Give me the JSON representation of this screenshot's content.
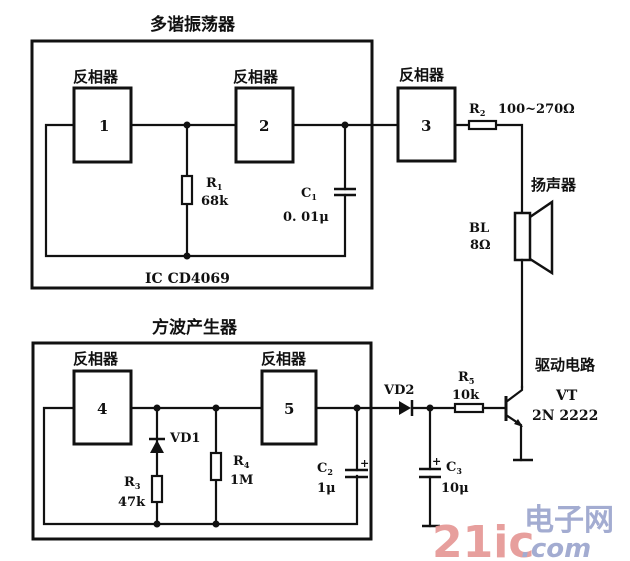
{
  "title_multivibrator": "多谐振荡器",
  "title_square_wave": "方波产生器",
  "title_speaker": "扬声器",
  "title_driver": "驱动电路",
  "ic_label": "IC CD4069",
  "inverters": [
    {
      "label": "反相器",
      "number": "1"
    },
    {
      "label": "反相器",
      "number": "2"
    },
    {
      "label": "反相器",
      "number": "3"
    },
    {
      "label": "反相器",
      "number": "4"
    },
    {
      "label": "反相器",
      "number": "5"
    }
  ],
  "components": {
    "R1": {
      "name": "R",
      "sub": "1",
      "value": "68k"
    },
    "C1": {
      "name": "C",
      "sub": "1",
      "value": "0. 01μ"
    },
    "R2": {
      "name": "R",
      "sub": "2",
      "value": "100~270Ω"
    },
    "BL": {
      "name": "BL",
      "value": "8Ω"
    },
    "VD1": {
      "name": "VD1"
    },
    "R3": {
      "name": "R",
      "sub": "3",
      "value": "47k"
    },
    "R4": {
      "name": "R",
      "sub": "4",
      "value": "1M"
    },
    "C2": {
      "name": "C",
      "sub": "2",
      "value": "1μ",
      "polarity": "+"
    },
    "VD2": {
      "name": "VD2"
    },
    "C3": {
      "name": "C",
      "sub": "3",
      "value": "10μ",
      "polarity": "+"
    },
    "R5": {
      "name": "R",
      "sub": "5",
      "value": "10k"
    },
    "VT": {
      "name": "VT",
      "value": "2N 2222"
    }
  },
  "watermark": {
    "text_num": "21ic",
    "text_cn": "电子网",
    "text_dom": ".com",
    "color_num": "#e69a98",
    "color_cn": "#9fa8cf"
  }
}
